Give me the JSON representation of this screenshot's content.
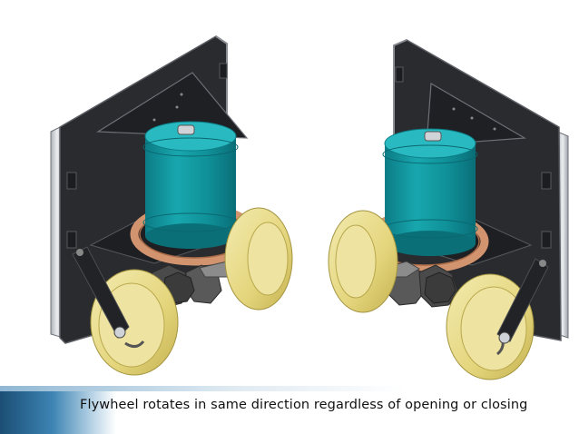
{
  "slide": {
    "caption": "Flywheel rotates in same direction regardless of opening or closing"
  },
  "colors": {
    "plate": "#2a2b2e",
    "plate_edge": "#5a5d63",
    "plate_side": "#d3d6da",
    "motor": "#119aa3",
    "motor_top": "#28b8c0",
    "ring": "#d2946f",
    "wheel": "#e7dc8a",
    "wheel_shade": "#c9b95a",
    "gear": "#4a4a4a",
    "arm": "#222326",
    "accent_band": "#2d6e9b"
  },
  "icons": {
    "left_assembly": "flywheel-assembly-illustration",
    "right_assembly": "flywheel-assembly-mirrored-illustration"
  }
}
